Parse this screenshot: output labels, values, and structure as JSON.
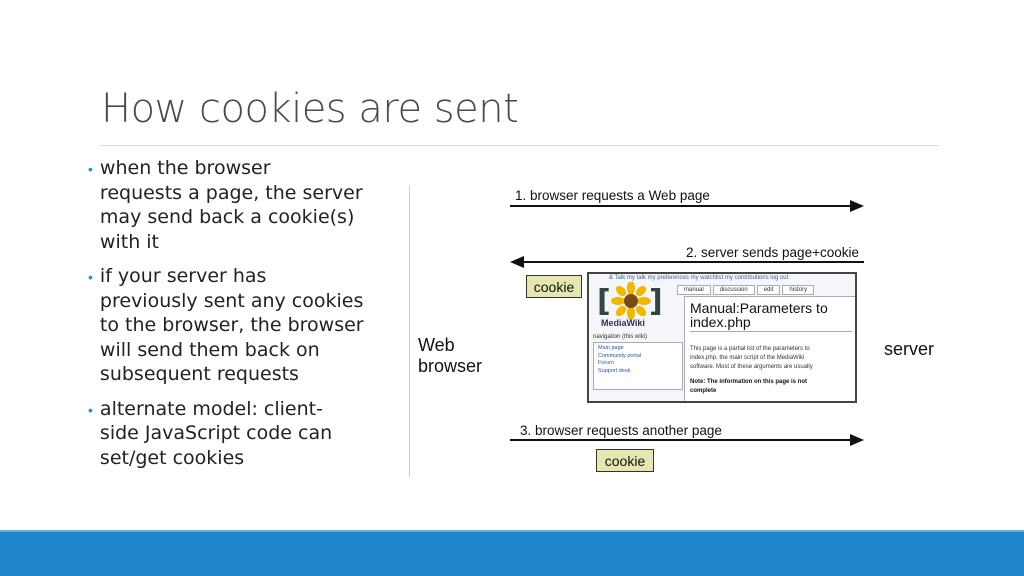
{
  "slide": {
    "title": "How cookies are sent",
    "bullets": [
      "when the browser\nrequests a page, the server\nmay send back a cookie(s)\nwith it",
      "if your server has\npreviously sent any cookies\nto the browser, the browser\nwill send them back on\nsubsequent requests",
      "alternate model: client-\nside JavaScript code can\nset/get cookies"
    ],
    "bullet_color": "#1e90d6",
    "footer_color": "#1f86cb"
  },
  "diagram": {
    "step1": "1. browser requests a Web page",
    "step2": "2. server sends page+cookie",
    "step3": "3. browser requests another page",
    "web_browser": "Web\nbrowser",
    "server": "server",
    "cookie1": "cookie",
    "cookie2": "cookie",
    "wiki": {
      "top_links": "& Talk    my talk    my preferences    my watchlist    my contributions    log out",
      "tabs": [
        "manual",
        "discussion",
        "edit",
        "history"
      ],
      "logo_text": "MediaWiki",
      "nav_title": "navigation (this wiki)",
      "nav_items": [
        "Main page",
        "Community portal",
        "Forum",
        "Support desk"
      ],
      "heading": "Manual:Parameters to\nindex.php",
      "paragraph": "This page is a partial list of the parameters to\nindex.php, the main script of the MediaWiki\nsoftware. Most of these arguments are usually",
      "note": "Note: The information on this page is not\ncomplete"
    }
  }
}
